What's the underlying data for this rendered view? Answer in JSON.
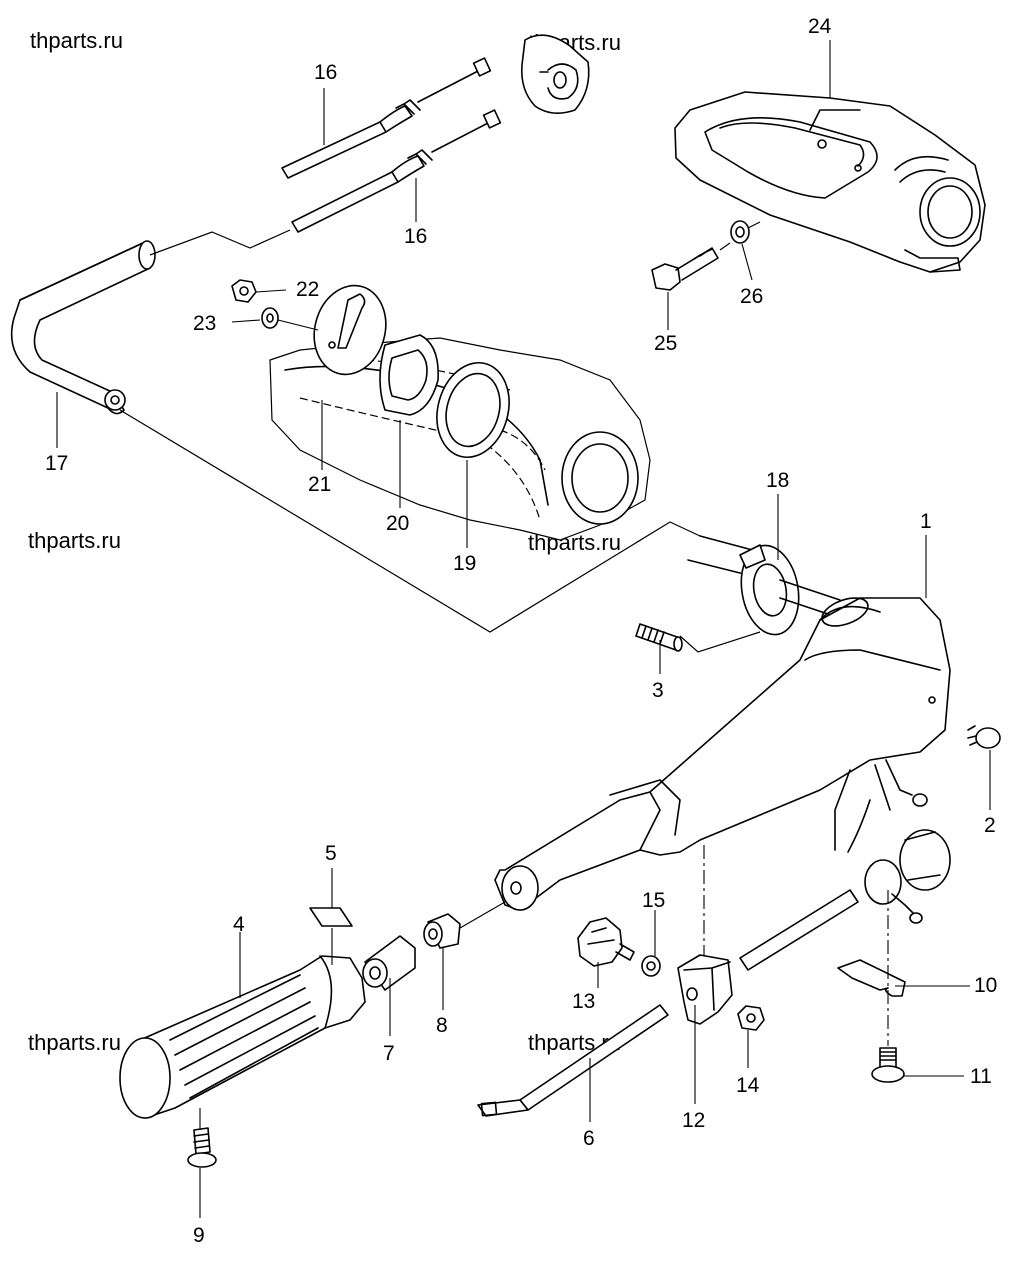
{
  "watermarks": [
    "thparts.ru",
    "thparts.ru",
    "thparts.ru",
    "thparts.ru",
    "thparts.ru",
    "thparts.ru"
  ],
  "callouts": {
    "p1": "1",
    "p2": "2",
    "p3": "3",
    "p4": "4",
    "p5": "5",
    "p6": "6",
    "p7": "7",
    "p8": "8",
    "p9": "9",
    "p10": "10",
    "p11": "11",
    "p12": "12",
    "p13": "13",
    "p14": "14",
    "p15": "15",
    "p16a": "16",
    "p16b": "16",
    "p17": "17",
    "p18": "18",
    "p19": "19",
    "p20": "20",
    "p21": "21",
    "p22": "22",
    "p23": "23",
    "p24": "24",
    "p25": "25",
    "p26": "26"
  }
}
